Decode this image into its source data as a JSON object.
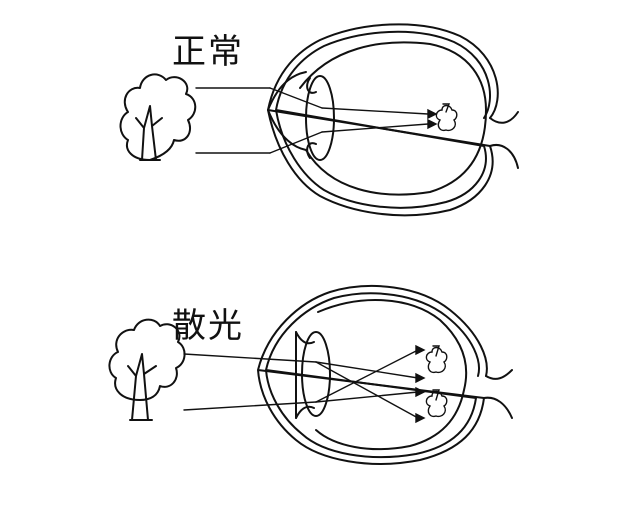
{
  "diagrams": [
    {
      "id": "normal",
      "label": "正常",
      "description": "Normal eye: parallel rays from tree focus on a single point on the retina"
    },
    {
      "id": "astigmatism",
      "label": "散光",
      "description": "Astigmatic eye: rays from tree cross and form two separate images on the retina"
    }
  ],
  "colors": {
    "ink": "#111111",
    "background": "#ffffff"
  }
}
